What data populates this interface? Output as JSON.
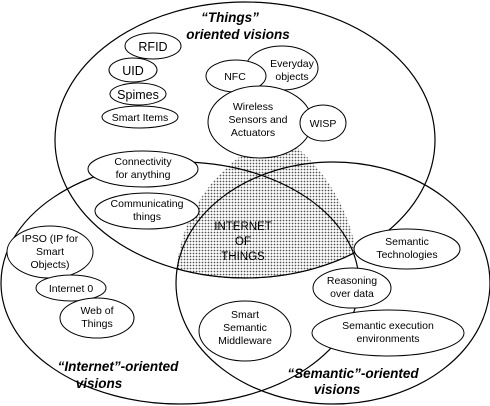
{
  "titles": {
    "things": "“Things”-oriented visions",
    "things_line1": "“Things”",
    "things_line2": "oriented visions",
    "internet_line1": "“Internet”-oriented",
    "internet_line2": "visions",
    "semantic_line1": "“Semantic”-oriented",
    "semantic_line2": "visions"
  },
  "center": {
    "line1": "INTERNET",
    "line2": "OF",
    "line3": "THINGS"
  },
  "things_items": {
    "rfid": "RFID",
    "uid": "UID",
    "spimes": "Spimes",
    "smart_items": "Smart Items",
    "nfc": "NFC",
    "everyday_1": "Everyday",
    "everyday_2": "objects",
    "wireless_1": "Wireless",
    "wireless_2": "Sensors and",
    "wireless_3": "Actuators",
    "wisp": "WISP"
  },
  "shared_items": {
    "connectivity_1": "Connectivity",
    "connectivity_2": "for anything",
    "communicating_1": "Communicating",
    "communicating_2": "things",
    "middleware_1": "Smart",
    "middleware_2": "Semantic",
    "middleware_3": "Middleware"
  },
  "internet_items": {
    "ipso_1": "IPSO (IP for",
    "ipso_2": "Smart",
    "ipso_3": "Objects)",
    "internet0": "Internet 0",
    "web_1": "Web of",
    "web_2": "Things"
  },
  "semantic_items": {
    "tech_1": "Semantic",
    "tech_2": "Technologies",
    "reasoning_1": "Reasoning",
    "reasoning_2": "over data",
    "exec_1": "Semantic execution",
    "exec_2": "environments"
  },
  "colors": {
    "stroke": "#000000",
    "background": "#ffffff",
    "center_fill": "#c8c8c8"
  }
}
